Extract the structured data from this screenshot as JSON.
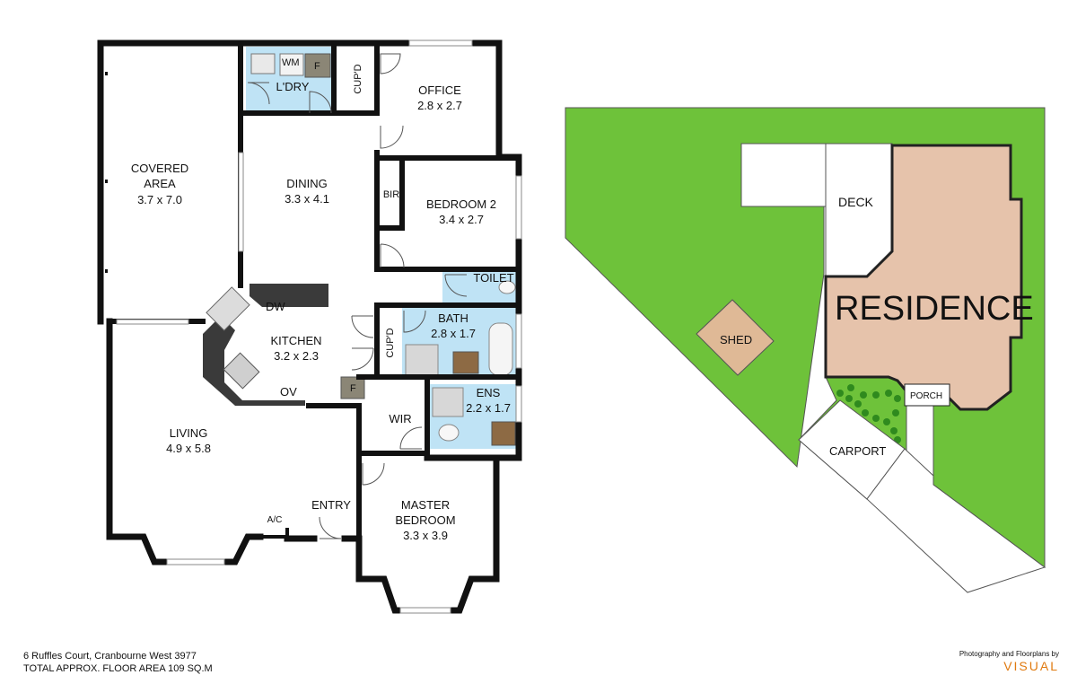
{
  "floorplan": {
    "rooms": {
      "covered_area": {
        "name": "COVERED\nAREA",
        "dims": "3.7 x 7.0"
      },
      "laundry": {
        "name": "L'DRY"
      },
      "wm": "WM",
      "f_laundry": "F",
      "cupd_top": "CUP'D",
      "office": {
        "name": "OFFICE",
        "dims": "2.8 x 2.7"
      },
      "dining": {
        "name": "DINING",
        "dims": "3.3 x 4.1"
      },
      "bir": "BIR",
      "bedroom2": {
        "name": "BEDROOM 2",
        "dims": "3.4 x 2.7"
      },
      "toilet": "TOILET",
      "dw": "DW",
      "kitchen": {
        "name": "KITCHEN",
        "dims": "3.2 x 2.3"
      },
      "cupd_kitchen": "CUP'D",
      "bath": {
        "name": "BATH",
        "dims": "2.8 x 1.7"
      },
      "ov": "OV",
      "f_kitchen": "F",
      "wir": "WIR",
      "ens": {
        "name": "ENS",
        "dims": "2.2 x 1.7"
      },
      "living": {
        "name": "LIVING",
        "dims": "4.9 x 5.8"
      },
      "entry": "ENTRY",
      "ac": "A/C",
      "master": {
        "name": "MASTER\nBEDROOM",
        "dims": "3.3 x 3.9"
      }
    }
  },
  "siteplan": {
    "deck": "DECK",
    "residence": "RESIDENCE",
    "shed": "SHED",
    "porch": "PORCH",
    "carport": "CARPORT",
    "colors": {
      "lawn": "#6ec23a",
      "residence": "#e6c3ab",
      "shed": "#dfb996",
      "hedge": "#2f8a1e"
    }
  },
  "footer": {
    "address": "6 Ruffles Court, Cranbourne West 3977",
    "area": "TOTAL APPROX. FLOOR AREA 109 SQ.M"
  },
  "credit": {
    "line": "Photography and Floorplans by",
    "brand": "VISUAL"
  },
  "colors": {
    "wall": "#111111",
    "wet_area": "#bfe3f5",
    "bench": "#3a3a3a"
  }
}
